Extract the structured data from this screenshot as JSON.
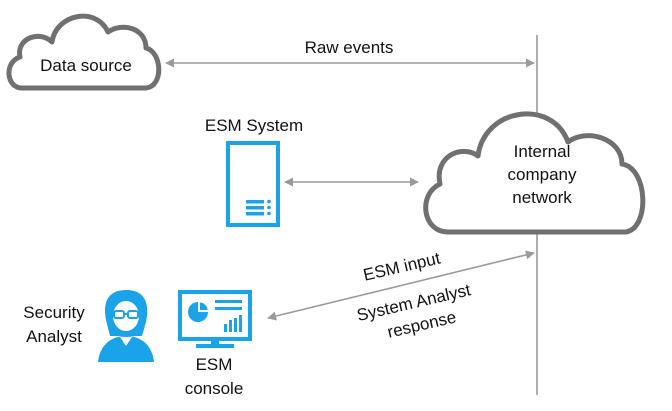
{
  "nodes": {
    "data_source": {
      "label": "Data source"
    },
    "esm_system": {
      "label": "ESM System"
    },
    "internal_network": {
      "lines": [
        "Internal",
        "company",
        "network"
      ]
    },
    "security_analyst": {
      "lines": [
        "Security",
        "Analyst"
      ]
    },
    "esm_console": {
      "lines": [
        "ESM",
        "console"
      ]
    }
  },
  "edges": {
    "raw_events": {
      "label": "Raw events"
    },
    "esm_input": {
      "label": "ESM input"
    },
    "analyst_response": {
      "lines": [
        "System Analyst",
        "response"
      ]
    }
  },
  "colors": {
    "cloud_stroke": "#707070",
    "arrow": "#9a9a9a",
    "icon_blue": "#1aa3e8",
    "text": "#111111"
  },
  "icons": {
    "cloud": "cloud-icon",
    "server": "server-icon",
    "person": "person-icon",
    "monitor": "monitor-dashboard-icon"
  }
}
